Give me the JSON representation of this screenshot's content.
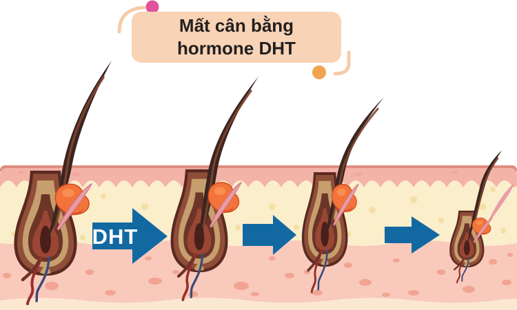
{
  "title": {
    "line1": "Mất cân bằng",
    "line2": "hormone DHT"
  },
  "dht_arrow_label": "DHT",
  "colors": {
    "arrow_blue": "#1269A2",
    "arrow_label_text": "#FFFFFF",
    "title_card_bg": "#F8D3B6",
    "title_text": "#221F1F",
    "accent_dot_pink": "#E0549B",
    "accent_dot_orange": "#F0A450",
    "corner_arc": "#F6CBA6",
    "epidermis_surface_pink": "#F4B3A7",
    "epidermis_surface_edge": "#E08D81",
    "epidermis_cream": "#FBEECB",
    "epidermis_cream_spot": "#F4DFA5",
    "dermis_pink": "#F9C9BB",
    "dermis_spot": "#F2A492",
    "subcutis_cream": "#FAE8D3",
    "hair_brown": "#3A2521",
    "hair_highlight": "#80452F",
    "follicle_outline": "#5A2921",
    "follicle_fill": "#8F4E38",
    "follicle_tan": "#C79E6E",
    "follicle_inner": "#6B3527",
    "bulb_interior": "#9B4634",
    "sebaceous_gland_orange": "#F3743B",
    "arrector_muscle_pink": "#E89CA6",
    "root_vessel_red": "#96302C",
    "root_vessel_blue": "#3A4B78"
  }
}
